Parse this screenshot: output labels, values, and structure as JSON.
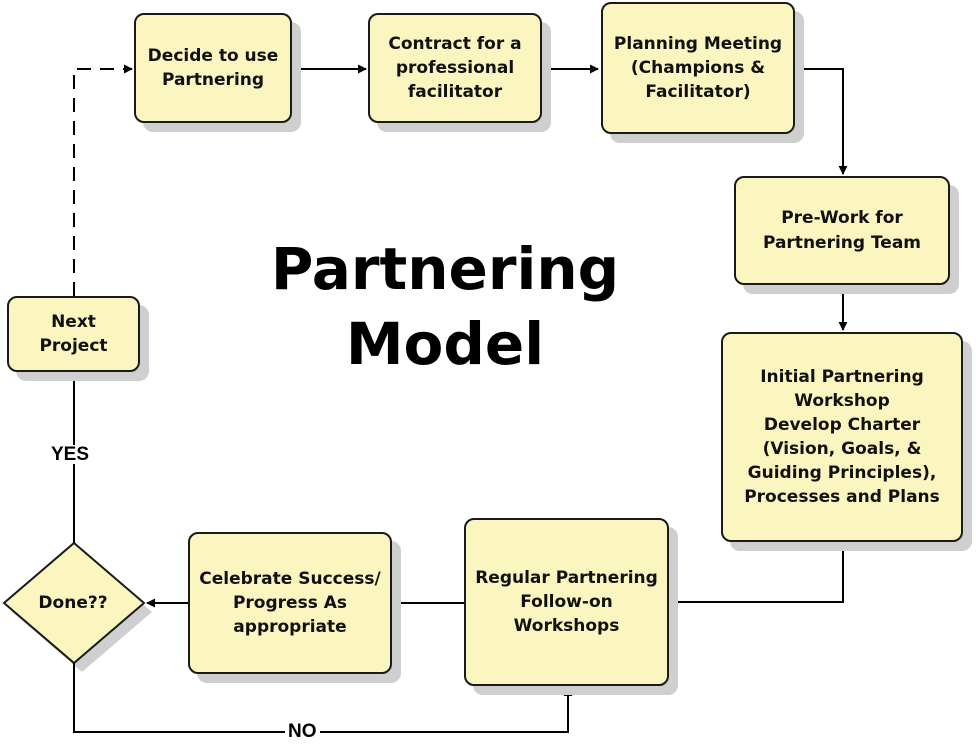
{
  "title": "Partnering\nModel",
  "nodes": {
    "decide": "Decide to use\nPartnering",
    "contract": "Contract for a\nprofessional\nfacilitator",
    "planning": "Planning Meeting\n(Champions &\nFacilitator)",
    "prework": "Pre-Work for\nPartnering Team",
    "initial": "Initial Partnering\nWorkshop\nDevelop Charter\n(Vision, Goals, &\nGuiding Principles),\nProcesses and Plans",
    "regular": "Regular Partnering\nFollow-on\nWorkshops",
    "celebrate": "Celebrate Success/\nProgress As\nappropriate",
    "done": "Done??",
    "next": "Next\nProject"
  },
  "edge_labels": {
    "yes": "YES",
    "no": "NO"
  },
  "colors": {
    "box_fill": "#fbf5c0",
    "box_border": "#1a1a1a",
    "shadow": "#cfcfcf",
    "line": "#000000"
  }
}
